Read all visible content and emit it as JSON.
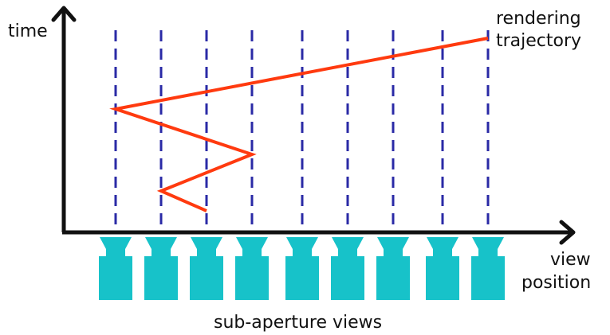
{
  "labels": {
    "y_axis": "time",
    "x_axis_line1": "view",
    "x_axis_line2": "position",
    "trajectory_line1": "rendering",
    "trajectory_line2": "trajectory",
    "views_caption": "sub-aperture views"
  },
  "view_count": 9,
  "colors": {
    "axis": "#111111",
    "view_lines": "#2a2aa6",
    "trajectory": "#ff3a0f",
    "cameras": "#17c2c9"
  }
}
